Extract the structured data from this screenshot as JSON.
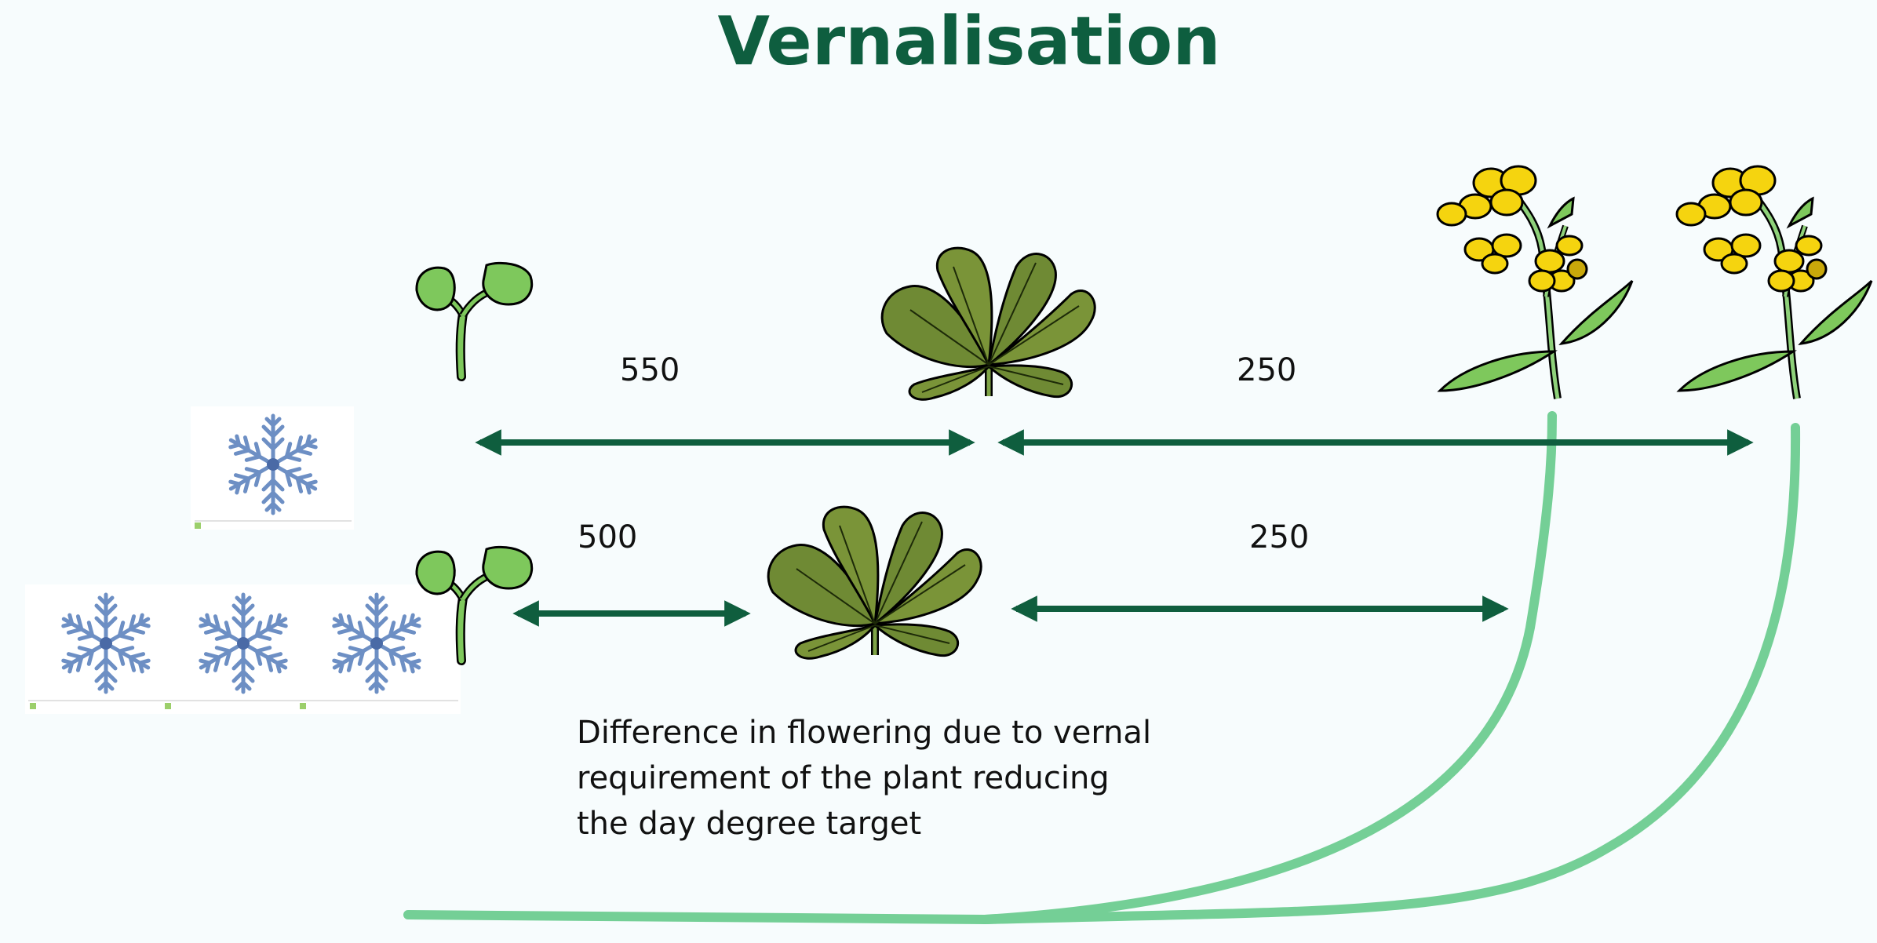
{
  "title": "Vernalisation",
  "labels": {
    "top_left": "550",
    "top_right": "250",
    "bottom_left": "500",
    "bottom_right": "250"
  },
  "caption": [
    "Difference in flowering due to vernal",
    "requirement of the plant  reducing",
    "the day degree target"
  ],
  "colors": {
    "title": "#0e5e3f",
    "arrow": "#0f5e3e",
    "curve": "#74cf96",
    "seedling": "#7ec85c",
    "leaf": "#6f8a34",
    "flower": "#f5d40f",
    "snowflake": "#6d8fc4"
  },
  "icons": [
    "seedling-icon",
    "rosette-plant-icon",
    "flowering-plant-icon",
    "snowflake-icon"
  ]
}
